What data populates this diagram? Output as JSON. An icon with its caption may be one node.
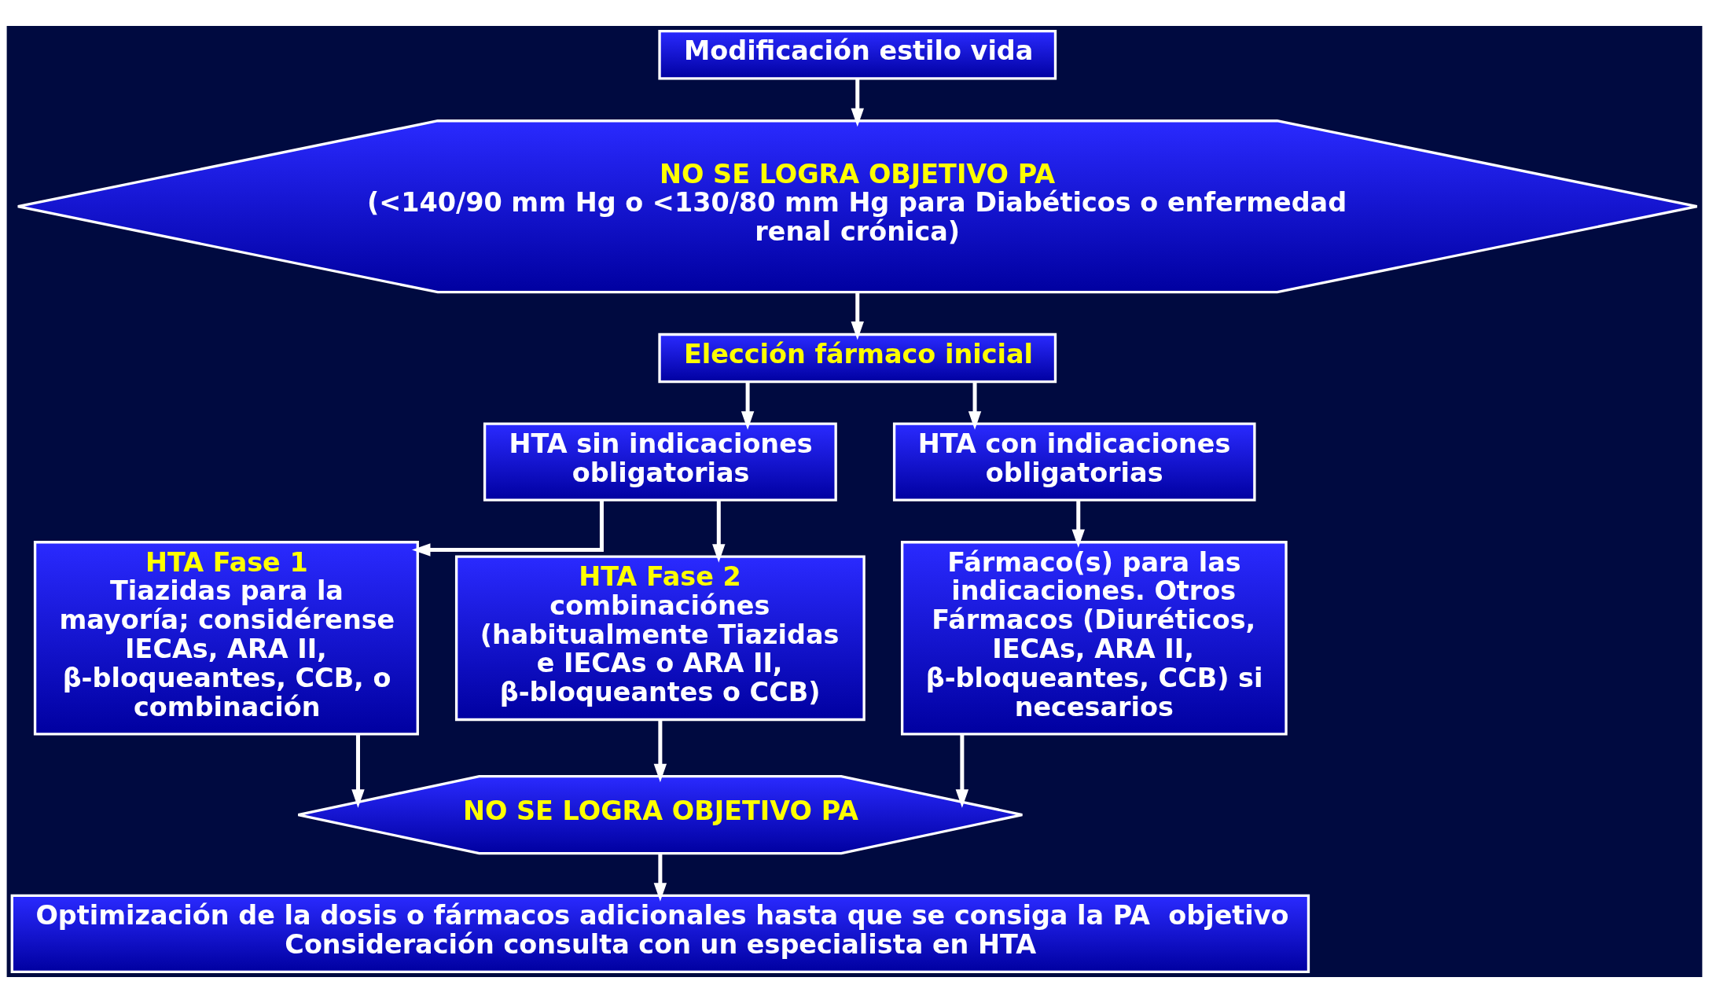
{
  "diagram": {
    "nodes": [
      {
        "text": [
          "Modificación estilo vida"
        ]
      },
      {
        "text": [
          "NO SE LOGRA OBJETIVO PA",
          "(<140/90 mm Hg o <130/80 mm Hg para Diabéticos o enfermedad renal crónica)"
        ]
      },
      {
        "text": [
          "Elección fármaco inicial"
        ]
      },
      {
        "text": [
          "HTA sin indicaciones obligatorias"
        ]
      },
      {
        "text": [
          "HTA con indicaciones obligatorias"
        ]
      },
      {
        "text": [
          "HTA Fase 1",
          "Tiazidas para la mayoría; considérense IECAs, ARA II, β-bloqueantes, CCB, o combinación"
        ]
      },
      {
        "text": [
          "HTA Fase 2",
          "combinaciónes (habitualmente Tiazidas e IECAs o ARA II, β-bloqueantes o CCB)"
        ]
      },
      {
        "text": [
          "Fármaco(s) para las indicaciones. Otros Fármacos (Diuréticos, IECAs, ARA II, β-bloqueantes, CCB) si necesarios"
        ]
      },
      {
        "text": [
          "NO SE LOGRA OBJETIVO PA"
        ]
      },
      {
        "text": [
          "Optimización de la dosis o fármacos adicionales hasta que se consiga la PA  objetivo",
          "Consideración consulta con un especialista en HTA"
        ]
      }
    ],
    "edges": [
      {
        "from": 0,
        "to": 1,
        "arrow": "to"
      },
      {
        "from": 1,
        "to": 2,
        "arrow": "to"
      },
      {
        "from": 2,
        "to": 3,
        "arrow": "to"
      },
      {
        "from": 2,
        "to": 4,
        "arrow": "to"
      },
      {
        "from": 3,
        "to": 5,
        "arrow": "to"
      },
      {
        "from": 3,
        "to": 6,
        "arrow": "to"
      },
      {
        "from": 4,
        "to": 7,
        "arrow": "to"
      },
      {
        "from": 5,
        "to": 8,
        "arrow": "to"
      },
      {
        "from": 6,
        "to": 8,
        "arrow": "to"
      },
      {
        "from": 7,
        "to": 8,
        "arrow": "to"
      },
      {
        "from": 8,
        "to": 9,
        "arrow": "to"
      }
    ]
  }
}
